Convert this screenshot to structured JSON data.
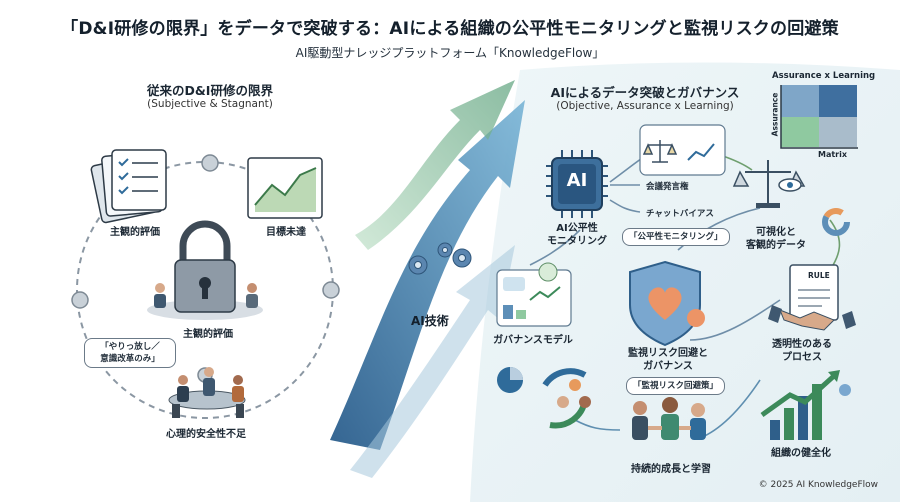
{
  "title": "「D&I研修の限界」をデータで突破する：AIによる組織の公平性モニタリングと監視リスクの回避策",
  "subtitle": "AI駆動型ナレッジプラットフォーム「KnowledgeFlow」",
  "left": {
    "heading": "従来のD&I研修の限界",
    "sub": "(Subjective & Stagnant)",
    "label_subjective_top": "主観的評価",
    "label_goal": "目標未達",
    "label_subjective_center": "主観的評価",
    "bubble": [
      "「やりっ放し／",
      "意識改革のみ」"
    ],
    "label_safety": "心理的安全性不足"
  },
  "middle": {
    "ai_label": "AI技術"
  },
  "right": {
    "heading": "AIによるデータ突破とガバナンス",
    "sub": "(Objective, Assurance x Learning)",
    "matrix_title": "Assurance x Learning",
    "matrix_ylabel": "Assurance",
    "matrix_xlabel": "Matrix",
    "ai_chip": "AI",
    "ai_monitoring": [
      "AI公平性",
      "モニタリング"
    ],
    "meeting": "会議発言権",
    "chat_bias": "チャットバイアス",
    "bubble_fair": "「公平性モニタリング」",
    "visual_data": [
      "可視化と",
      "客観的データ"
    ],
    "governance_model": "ガバナンスモデル",
    "risk_avoid": [
      "監視リスク回避と",
      "ガバナンス"
    ],
    "transparent": [
      "透明性のある",
      "プロセス"
    ],
    "rule": "RULE",
    "bubble_risk": "「監視リスク回避策」",
    "healthy_org": "組織の健全化",
    "growth": "持続的成長と学習"
  },
  "footer": "© 2025 AI KnowledgeFlow"
}
